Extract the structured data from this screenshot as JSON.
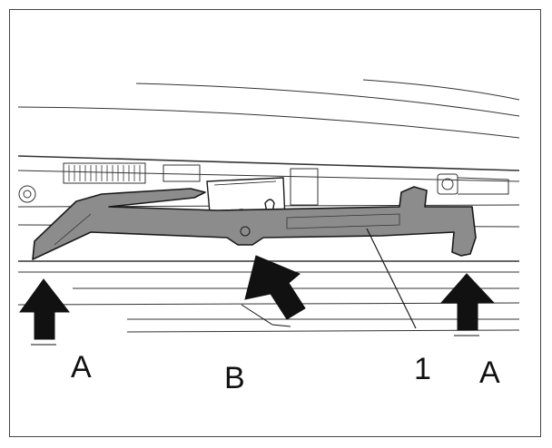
{
  "labels": {
    "arrow_left": "A",
    "arrow_middle": "B",
    "part_number": "1",
    "arrow_right": "A"
  },
  "colors": {
    "part_fill": "#8c8c8c",
    "line": "#1a1a1a",
    "background": "#ffffff"
  }
}
